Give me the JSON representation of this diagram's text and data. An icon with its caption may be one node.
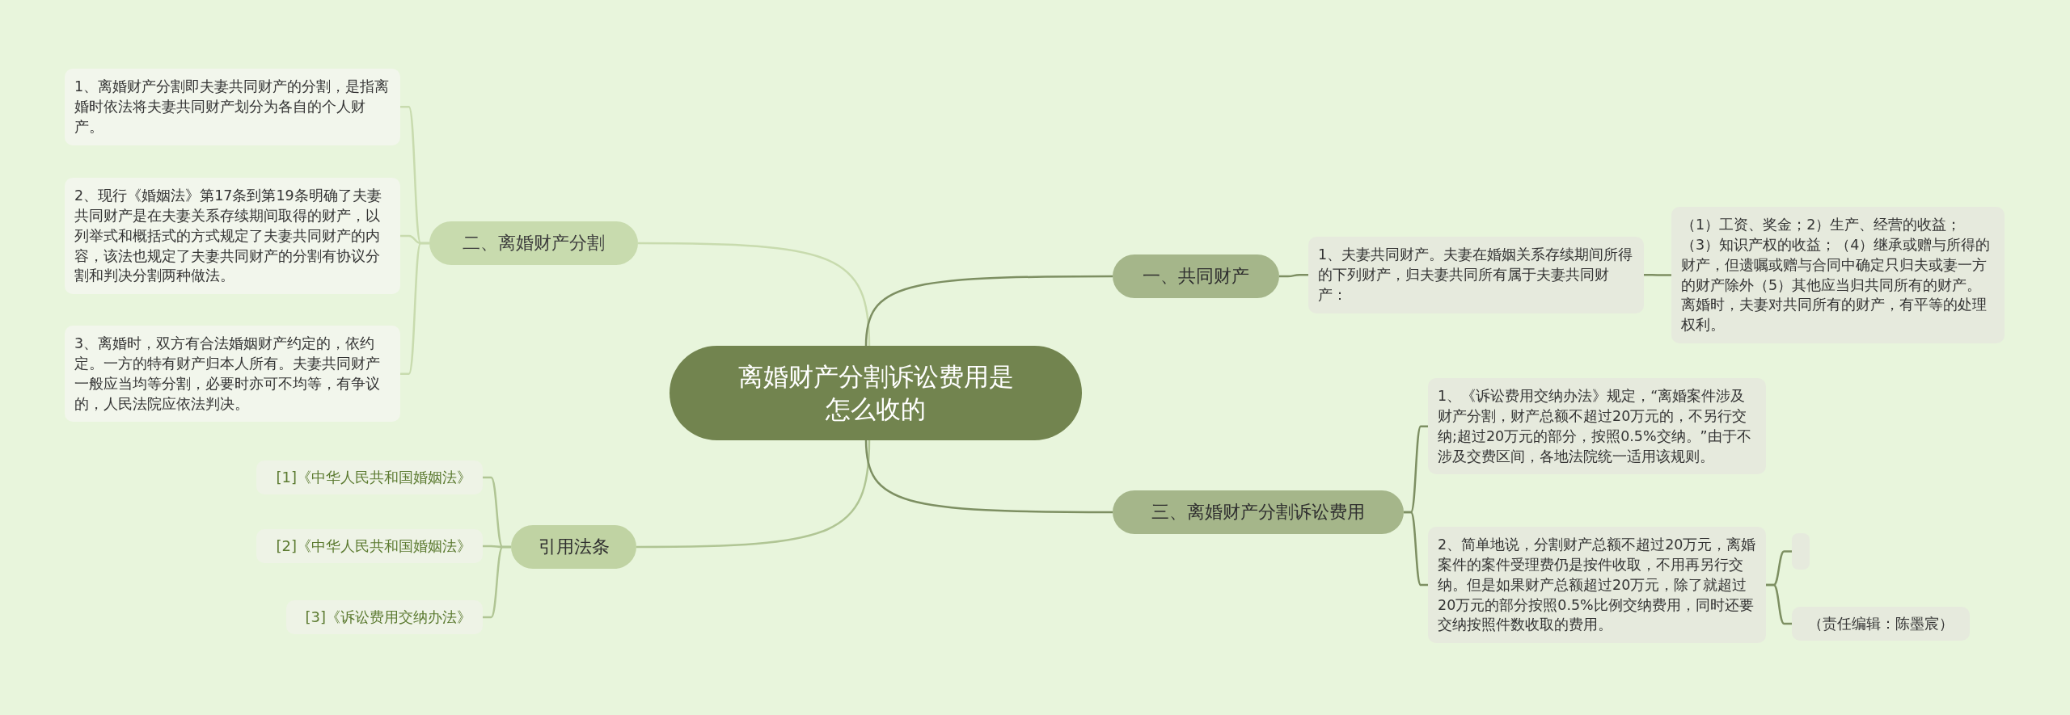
{
  "diagram": {
    "nodes": [
      {
        "text": [
          "离婚财产分割诉讼费用是怎么收的"
        ]
      },
      {
        "text": [
          "二、离婚财产分割"
        ]
      },
      {
        "text": [
          "1、离婚财产分割即夫妻共同财产的分割，是指离婚时依法将夫妻共同财产划分为各自的个人财产。"
        ]
      },
      {
        "text": [
          "2、现行《婚姻法》第17条到第19条明确了夫妻共同财产是在夫妻关系存续期间取得的财产，以列举式和概括式的方式规定了夫妻共同财产的内容，该法也规定了夫妻共同财产的分割有协议分割和判决分割两种做法。"
        ]
      },
      {
        "text": [
          "3、离婚时，双方有合法婚姻财产约定的，依约定。一方的特有财产归本人所有。夫妻共同财产一般应当均等分割，必要时亦可不均等，有争议的，人民法院应依法判决。"
        ]
      },
      {
        "text": [
          "引用法条"
        ]
      },
      {
        "text": [
          "[1]《中华人民共和国婚姻法》"
        ]
      },
      {
        "text": [
          "[2]《中华人民共和国婚姻法》"
        ]
      },
      {
        "text": [
          "[3]《诉讼费用交纳办法》"
        ]
      },
      {
        "text": [
          "一、共同财产"
        ]
      },
      {
        "text": [
          "1、夫妻共同财产。夫妻在婚姻关系存续期间所得的下列财产，归夫妻共同所有属于夫妻共同财产："
        ]
      },
      {
        "text": [
          "（1）工资、奖金；2）生产、经营的收益；（3）知识产权的收益；（4）继承或赠与所得的财产，但遗嘱或赠与合同中确定只归夫或妻一方的财产除外（5）其他应当归共同所有的财产。离婚时，夫妻对共同所有的财产，有平等的处理权利。"
        ]
      },
      {
        "text": [
          "三、离婚财产分割诉讼费用"
        ]
      },
      {
        "text": [
          "1、《诉讼费用交纳办法》规定，“离婚案件涉及财产分割，财产总额不超过20万元的，不另行交纳;超过20万元的部分，按照0.5%交纳。”由于不涉及交费区间，各地法院统一适用该规则。"
        ]
      },
      {
        "text": [
          "2、简单地说，分割财产总额不超过20万元，离婚案件的案件受理费仍是按件收取，不用再另行交纳。但是如果财产总额超过20万元，除了就超过20万元的部分按照0.5%比例交纳费用，同时还要交纳按照件数收取的费用。"
        ]
      },
      {
        "text": [],
        "shape": "box"
      },
      {
        "text": [
          "（责任编辑：陈墨宸）"
        ]
      }
    ],
    "edges": [
      {
        "from": 0,
        "to": 1,
        "arrow": "none",
        "color": "#c8dbae"
      },
      {
        "from": 1,
        "to": 2,
        "arrow": "none",
        "color": "#c8dbae"
      },
      {
        "from": 1,
        "to": 3,
        "arrow": "none",
        "color": "#c8dbae"
      },
      {
        "from": 1,
        "to": 4,
        "arrow": "none",
        "color": "#c8dbae"
      },
      {
        "from": 0,
        "to": 5,
        "arrow": "none",
        "color": "#b0c594"
      },
      {
        "from": 5,
        "to": 6,
        "arrow": "none",
        "color": "#b0c594"
      },
      {
        "from": 5,
        "to": 7,
        "arrow": "none",
        "color": "#b0c594"
      },
      {
        "from": 5,
        "to": 8,
        "arrow": "none",
        "color": "#b0c594"
      },
      {
        "from": 0,
        "to": 9,
        "arrow": "none",
        "color": "#7d8f62"
      },
      {
        "from": 9,
        "to": 10,
        "arrow": "none",
        "color": "#7d8f62"
      },
      {
        "from": 10,
        "to": 11,
        "arrow": "none",
        "color": "#7d8f62"
      },
      {
        "from": 0,
        "to": 12,
        "arrow": "none",
        "color": "#7d8f62"
      },
      {
        "from": 12,
        "to": 13,
        "arrow": "none",
        "color": "#7d8f62"
      },
      {
        "from": 12,
        "to": 14,
        "arrow": "none",
        "color": "#7d8f62"
      },
      {
        "from": 14,
        "to": 15,
        "arrow": "none",
        "color": "#7d8f62"
      },
      {
        "from": 14,
        "to": 16,
        "arrow": "none",
        "color": "#7d8f62"
      }
    ]
  }
}
